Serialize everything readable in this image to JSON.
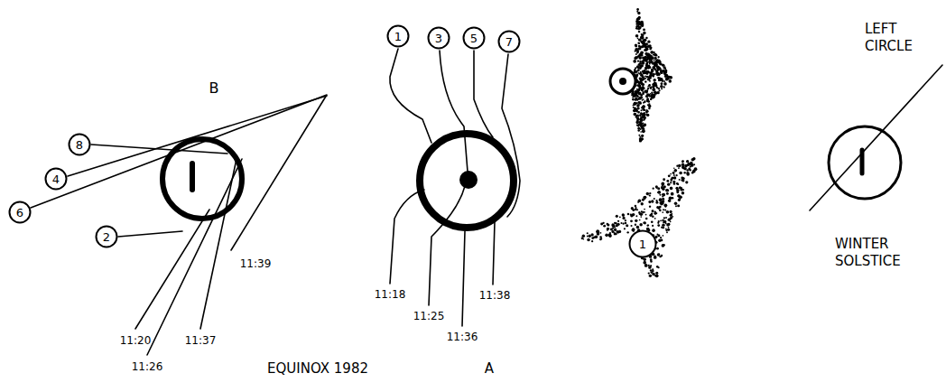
{
  "diagram": {
    "nodes": [
      {
        "text": [
          "1"
        ]
      },
      {
        "text": [
          "3"
        ]
      },
      {
        "text": [
          "5"
        ]
      },
      {
        "text": [
          "7"
        ]
      },
      {
        "text": [
          "8"
        ]
      },
      {
        "text": [
          "4"
        ]
      },
      {
        "text": [
          "6"
        ]
      },
      {
        "text": [
          "2"
        ]
      },
      {
        "text": [
          "1"
        ]
      }
    ],
    "labels": [
      "B",
      "11:20",
      "11:26",
      "11:37",
      "11:39",
      "11:18",
      "11:25",
      "11:36",
      "11:38",
      "EQUINOX 1982",
      "A",
      "LEFT CIRCLE",
      "WINTER SOLSTICE"
    ]
  }
}
